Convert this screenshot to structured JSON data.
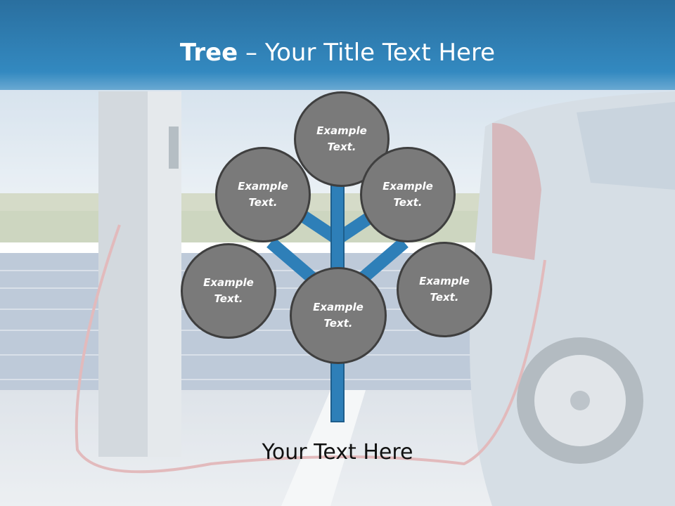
{
  "title": {
    "bold": "Tree",
    "rest": " – Your Title Text Here"
  },
  "nodes": [
    {
      "id": "top",
      "line1": "Example",
      "line2": "Text."
    },
    {
      "id": "upper-left",
      "line1": "Example",
      "line2": "Text."
    },
    {
      "id": "upper-right",
      "line1": "Example",
      "line2": "Text."
    },
    {
      "id": "lower-left",
      "line1": "Example",
      "line2": "Text."
    },
    {
      "id": "lower-right",
      "line1": "Example",
      "line2": "Text."
    },
    {
      "id": "center",
      "line1": "Example",
      "line2": "Text."
    }
  ],
  "footer": {
    "text": "Your Text Here"
  },
  "colors": {
    "header": "#2e7fb5",
    "trunk": "#2e7fb8",
    "node_fill": "#7a7a7a",
    "node_border": "#3f3f3f"
  }
}
